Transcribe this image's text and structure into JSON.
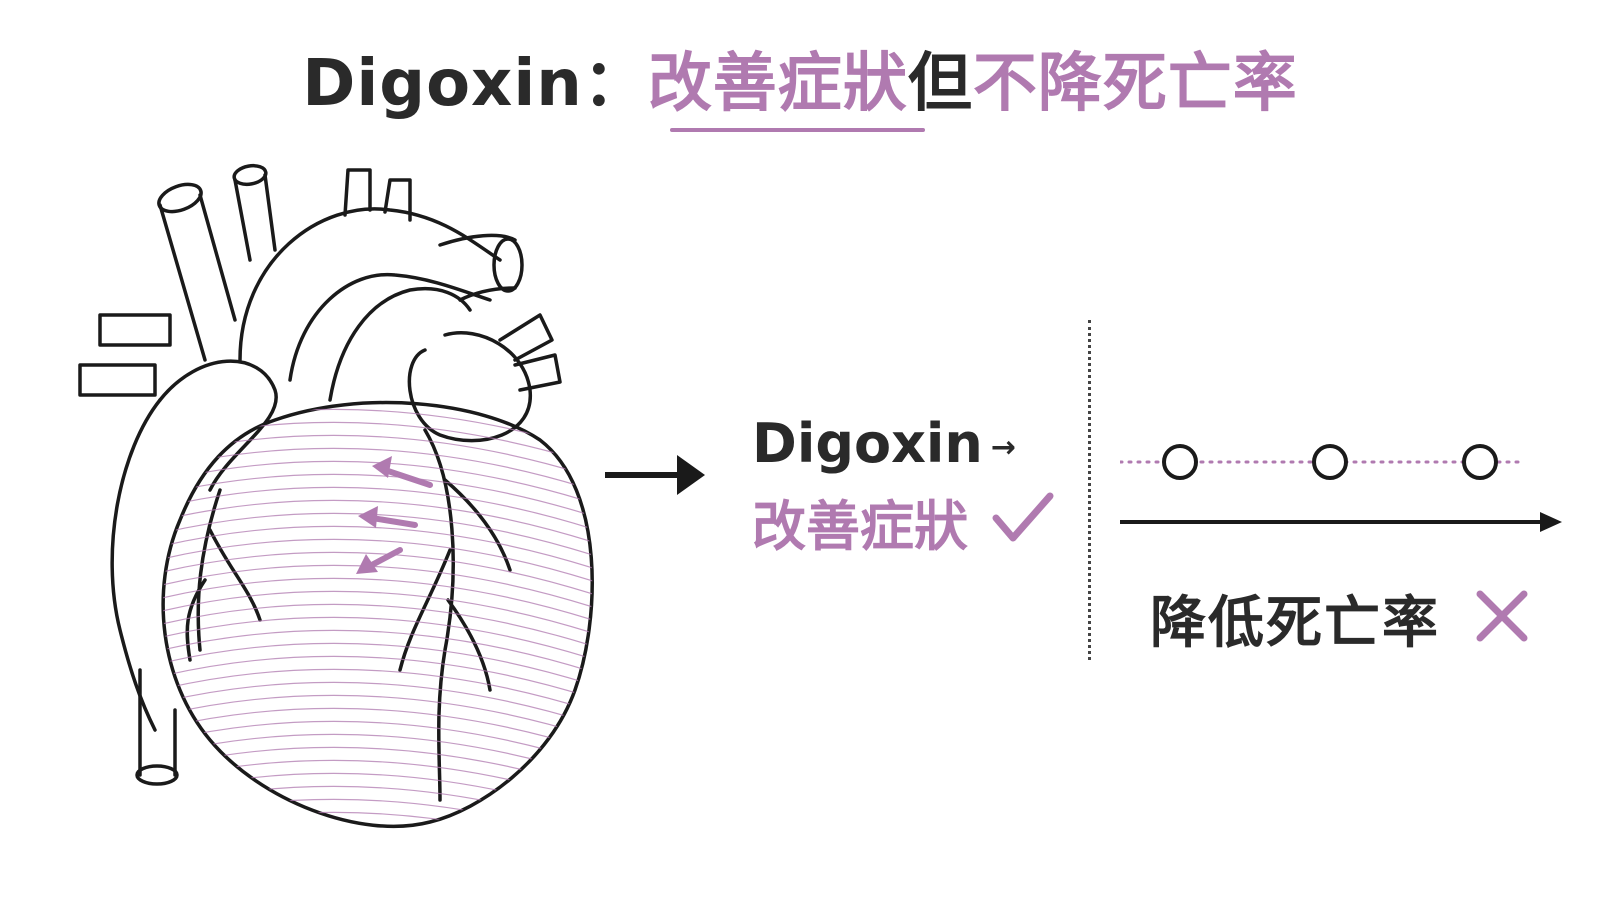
{
  "title": {
    "drug": "Digoxin",
    "colon": "：",
    "improve": "改善症狀",
    "but": "但",
    "no_mortality": "不降死亡率"
  },
  "left_panel": {
    "drug_label": "Digoxin",
    "arrow_glyph": "→",
    "effect_label": "改善症狀",
    "effect_icon": "checkmark-icon"
  },
  "right_panel": {
    "outcome_label": "降低死亡率",
    "outcome_icon": "cross-icon",
    "timeline_points": 3
  },
  "colors": {
    "accent": "#b07ab0",
    "ink": "#2a2a2a"
  }
}
